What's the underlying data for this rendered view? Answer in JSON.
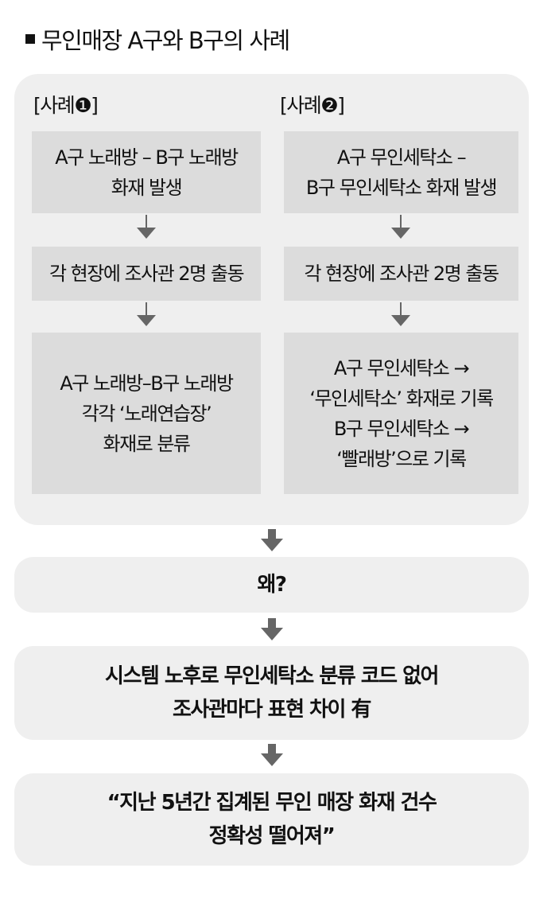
{
  "title": "무인매장 A구와 B구의 사례",
  "cases": [
    {
      "label": "[사례❶]",
      "steps": [
        "A구 노래방 – B구 노래방\n화재 발생",
        "각 현장에 조사관 2명 출동",
        "A구 노래방–B구 노래방\n각각 ‘노래연습장’\n화재로 분류"
      ]
    },
    {
      "label": "[사례❷]",
      "steps": [
        "A구 무인세탁소 –\nB구 무인세탁소 화재 발생",
        "각 현장에 조사관 2명 출동",
        "A구 무인세탁소 →\n‘무인세탁소’ 화재로 기록\nB구 무인세탁소 →\n‘빨래방’으로 기록"
      ]
    }
  ],
  "why": "왜?",
  "reason": "시스템 노후로 무인세탁소 분류 코드 없어\n조사관마다 표현 차이 有",
  "conclusion": "“지난 5년간 집계된 무인 매장 화재 건수\n정확성 떨어져”",
  "colors": {
    "panel": "#efefef",
    "box": "#dcdcdc",
    "arrow": "#666666"
  }
}
